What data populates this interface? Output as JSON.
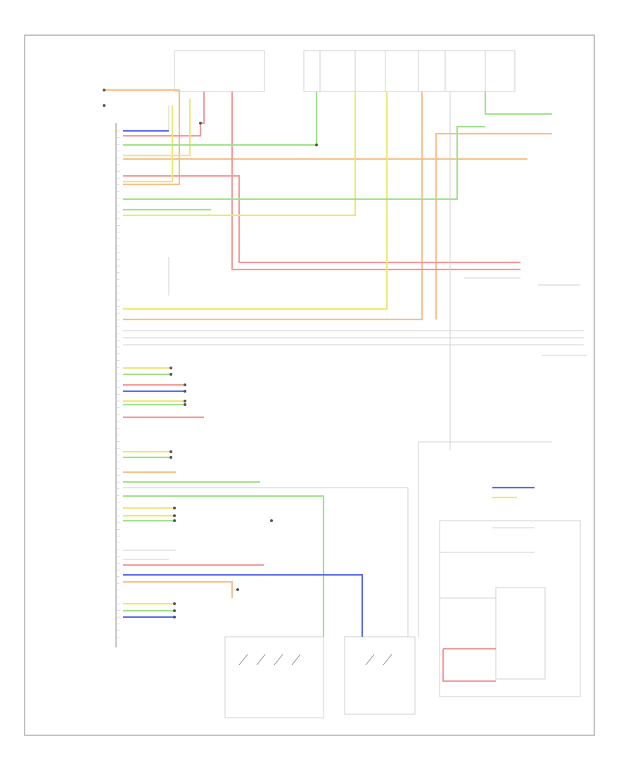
{
  "colors": {
    "orange": "#f7c08a",
    "pink": "#f59999",
    "yellow": "#efe57a",
    "green": "#9fe28c",
    "blue": "#5a6ae8",
    "gray": "#c8c8c8"
  },
  "connections": [
    {
      "color": "orange"
    },
    {
      "color": "pink"
    },
    {
      "color": "yellow"
    },
    {
      "color": "green"
    },
    {
      "color": "blue"
    },
    {
      "color": "gray"
    }
  ]
}
